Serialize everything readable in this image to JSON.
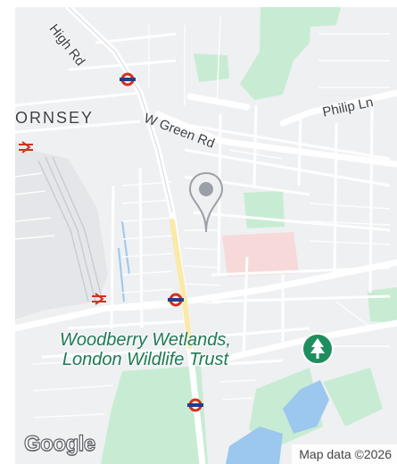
{
  "map": {
    "attribution": "Map data ©2026",
    "logo": "Google",
    "labels": {
      "road_high": "High Rd",
      "area_hornsey": "ORNSEY",
      "road_w_green": "W Green Rd",
      "road_philip": "Philip Ln",
      "poi_woodberry": "Woodberry Wetlands,\nLondon Wildlife Trust"
    },
    "icons": {
      "location_pin": "map-pin-icon",
      "underground": "underground-station-icon",
      "rail": "national-rail-icon",
      "park": "tree-poi-icon"
    },
    "colors": {
      "land": "#eef0f2",
      "park": "#c7ecd3",
      "water": "#9cc7ef",
      "road": "#ffffff",
      "poi_text": "#1e7a55",
      "poi_badge": "#1e8e5f",
      "tube_red": "#d2311f",
      "tube_blue": "#213d8f",
      "pink_area": "#f7d9da"
    }
  }
}
